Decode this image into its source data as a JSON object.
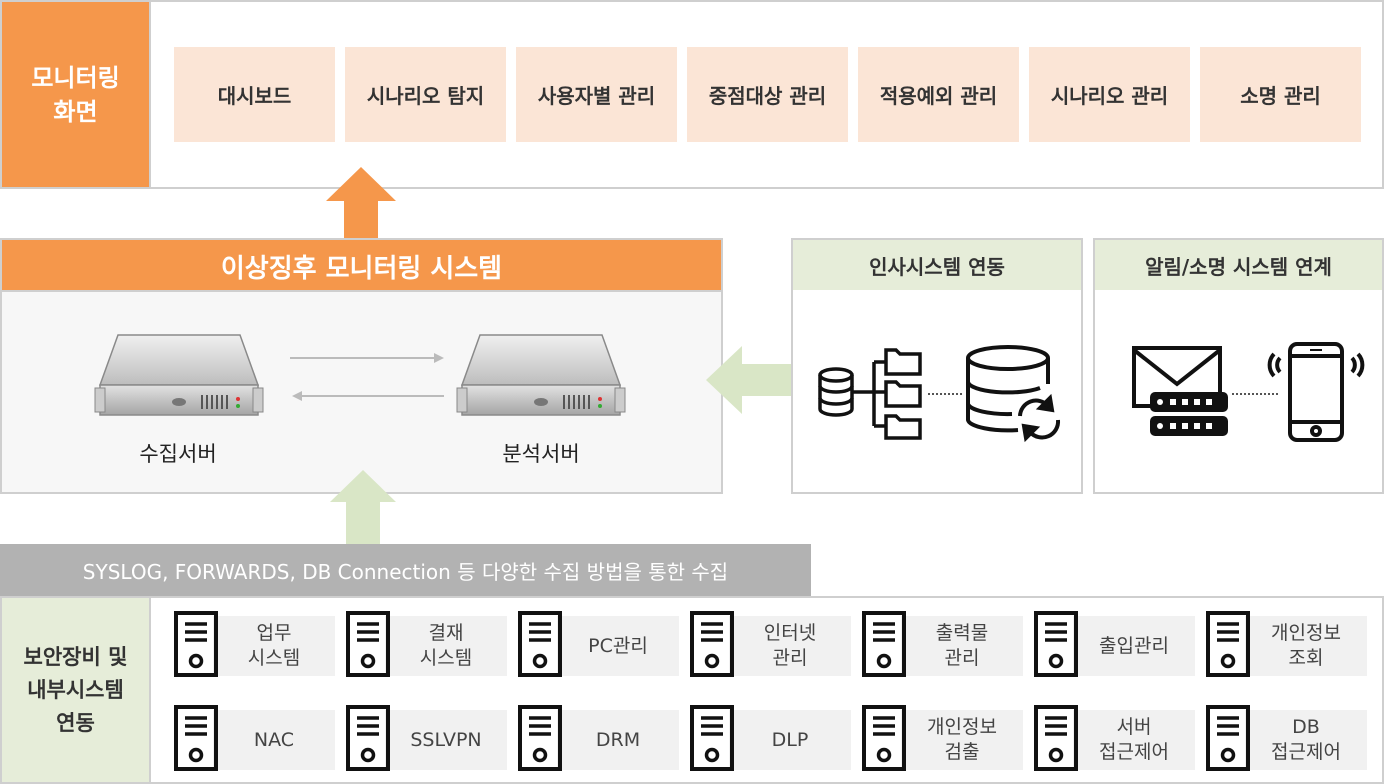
{
  "monitor_screen": {
    "label": "모니터링\n화면",
    "menu": [
      "대시보드",
      "시나리오 탐지",
      "사용자별 관리",
      "중점대상 관리",
      "적용예외 관리",
      "시나리오 관리",
      "소명 관리"
    ]
  },
  "system": {
    "title": "이상징후 모니터링 시스템",
    "collect_server": "수집서버",
    "analysis_server": "분석서버"
  },
  "hr_link": {
    "title": "인사시스템 연동"
  },
  "alert_link": {
    "title": "알림/소명 시스템 연계"
  },
  "collection": {
    "text": "SYSLOG, FORWARDS, DB Connection 등 다양한 수집 방법을 통한 수집"
  },
  "security": {
    "label": "보안장비 및\n내부시스템\n연동",
    "row1": [
      "업무\n시스템",
      "결재\n시스템",
      "PC관리",
      "인터넷\n관리",
      "출력물\n관리",
      "출입관리",
      "개인정보\n조회"
    ],
    "row2": [
      "NAC",
      "SSLVPN",
      "DRM",
      "DLP",
      "개인정보\n검출",
      "서버\n접근제어",
      "DB\n접근제어"
    ]
  },
  "colors": {
    "orange": "#f5974b",
    "light_orange": "#fbe5d6",
    "green_light": "#e6edd9",
    "arrow_green": "#d9e6c6",
    "gray_bar": "#b2b2b2"
  }
}
